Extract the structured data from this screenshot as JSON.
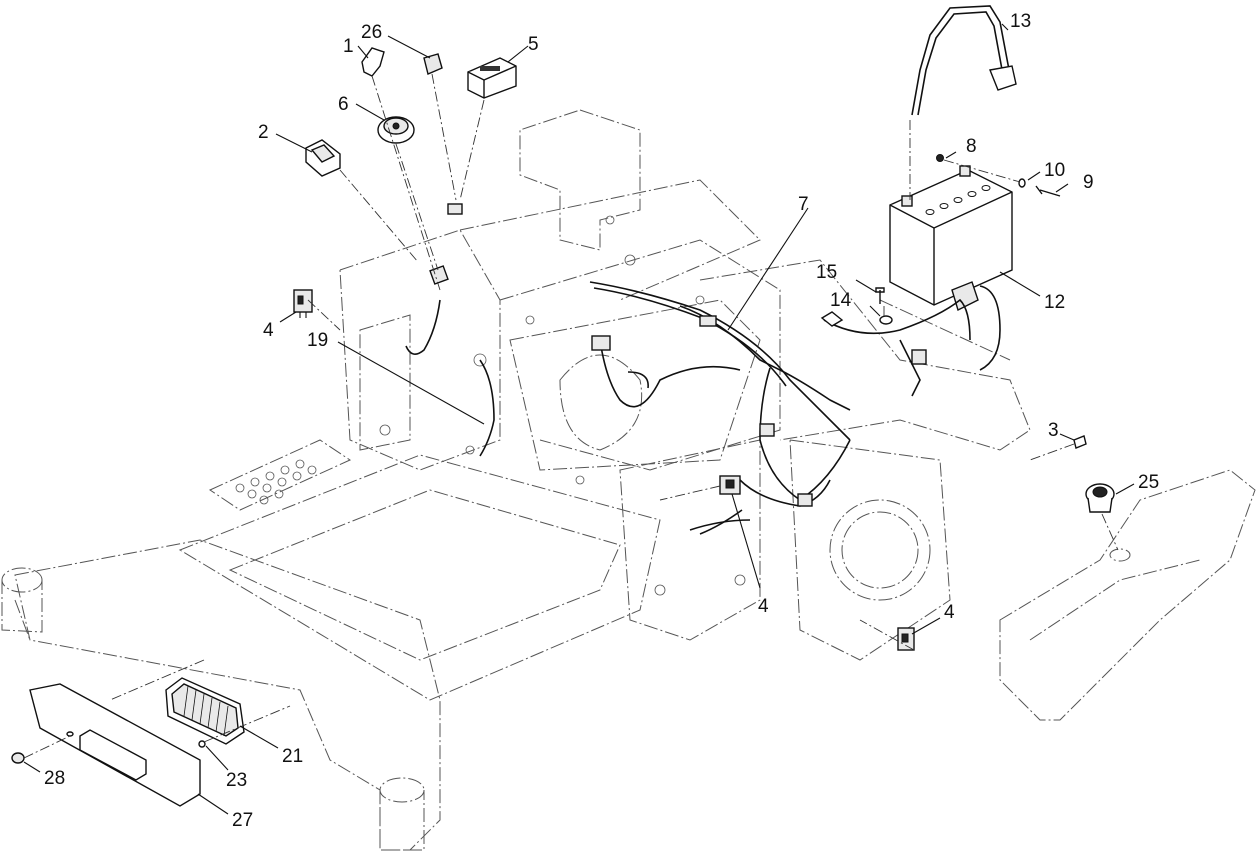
{
  "callouts": [
    {
      "id": "c1",
      "text": "1"
    },
    {
      "id": "c26",
      "text": "26"
    },
    {
      "id": "c5",
      "text": "5"
    },
    {
      "id": "c6",
      "text": "6"
    },
    {
      "id": "c2",
      "text": "2"
    },
    {
      "id": "c4a",
      "text": "4"
    },
    {
      "id": "c19",
      "text": "19"
    },
    {
      "id": "c7",
      "text": "7"
    },
    {
      "id": "c13",
      "text": "13"
    },
    {
      "id": "c8",
      "text": "8"
    },
    {
      "id": "c10",
      "text": "10"
    },
    {
      "id": "c9",
      "text": "9"
    },
    {
      "id": "c15",
      "text": "15"
    },
    {
      "id": "c14",
      "text": "14"
    },
    {
      "id": "c12",
      "text": "12"
    },
    {
      "id": "c3",
      "text": "3"
    },
    {
      "id": "c25",
      "text": "25"
    },
    {
      "id": "c4b",
      "text": "4"
    },
    {
      "id": "c4c",
      "text": "4"
    },
    {
      "id": "c21",
      "text": "21"
    },
    {
      "id": "c23",
      "text": "23"
    },
    {
      "id": "c28",
      "text": "28"
    },
    {
      "id": "c27",
      "text": "27"
    }
  ]
}
